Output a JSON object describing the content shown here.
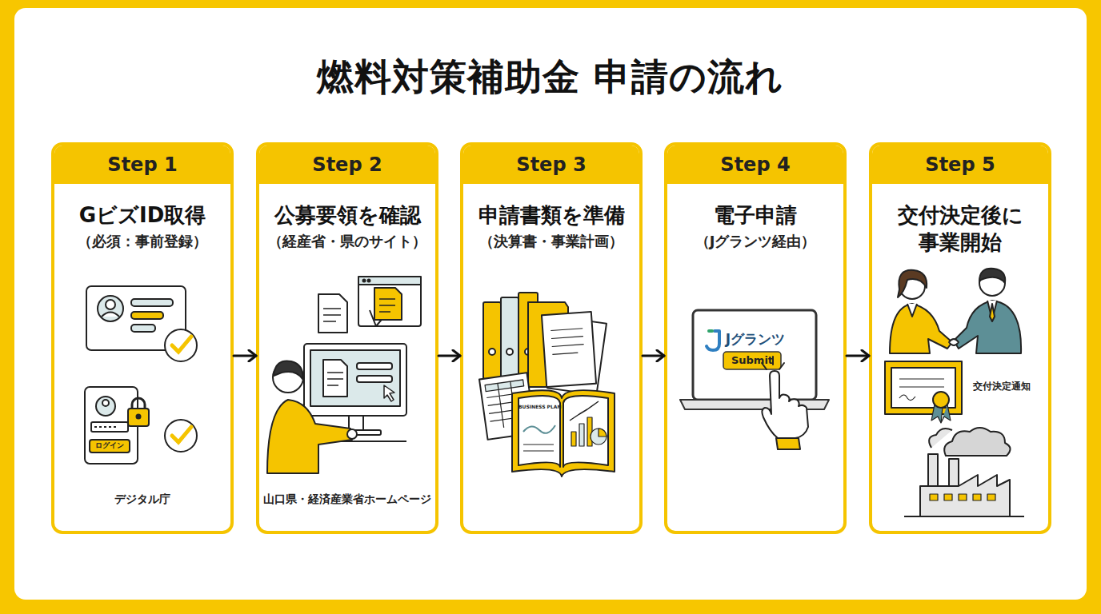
{
  "diagram": {
    "title": "燃料対策補助金 申請の流れ",
    "nodes": [
      {
        "text": [
          "Step 1",
          "GビズID取得",
          "（必須：事前登録）",
          "デジタル庁"
        ]
      },
      {
        "text": [
          "Step 2",
          "公募要領を確認",
          "（経産省・県のサイト）",
          "山口県・経済産業省ホームページ"
        ]
      },
      {
        "text": [
          "Step 3",
          "申請書類を準備",
          "（決算書・事業計画）"
        ]
      },
      {
        "text": [
          "Step 4",
          "電子申請",
          "（Jグランツ経由）"
        ]
      },
      {
        "text": [
          "Step 5",
          "交付決定後に 事業開始"
        ]
      }
    ],
    "edges": [
      {
        "from": 0,
        "to": 1,
        "arrow": "to"
      },
      {
        "from": 1,
        "to": 2,
        "arrow": "to"
      },
      {
        "from": 2,
        "to": 3,
        "arrow": "to"
      },
      {
        "from": 3,
        "to": 4,
        "arrow": "to"
      }
    ],
    "labels": [
      "ログイン",
      "BUSINESS PLAN",
      "Jグランツ",
      "Submit",
      "交付決定通知"
    ]
  }
}
